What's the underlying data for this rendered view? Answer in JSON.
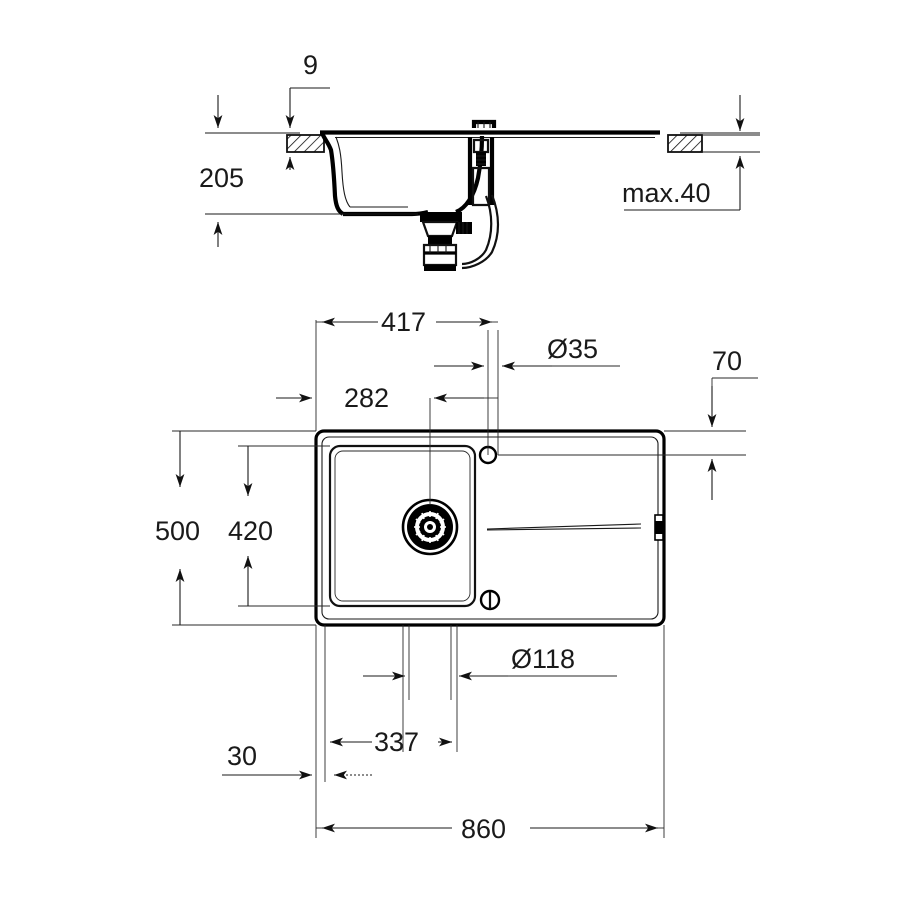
{
  "drawing": {
    "title": "Kitchen sink technical dimension drawing",
    "units": "mm",
    "line_color": "#1a1a1a",
    "background": "#ffffff",
    "views": [
      {
        "name": "section-elevation",
        "label": ""
      },
      {
        "name": "plan-view",
        "label": ""
      }
    ]
  },
  "dimensions": {
    "elevation": {
      "ledge_thickness": "9",
      "bowl_depth": "205",
      "worktop_thickness": "max.40"
    },
    "plan": {
      "tap_hole_from_left": "417",
      "tap_hole_diameter": "Ø35",
      "drain_from_left": "282",
      "rim_to_bowl_top": "70",
      "overall_depth": "500",
      "bowl_depth": "420",
      "drain_diameter": "Ø118",
      "drain_center_from_left": "337",
      "rim_offset": "30",
      "overall_width": "860"
    }
  },
  "labels": {
    "d9": "9",
    "d205": "205",
    "dmax40": "max.40",
    "d417": "417",
    "d35": "Ø35",
    "d282": "282",
    "d70": "70",
    "d500": "500",
    "d420": "420",
    "d118": "Ø118",
    "d337": "337",
    "d30": "30",
    "d860": "860"
  }
}
